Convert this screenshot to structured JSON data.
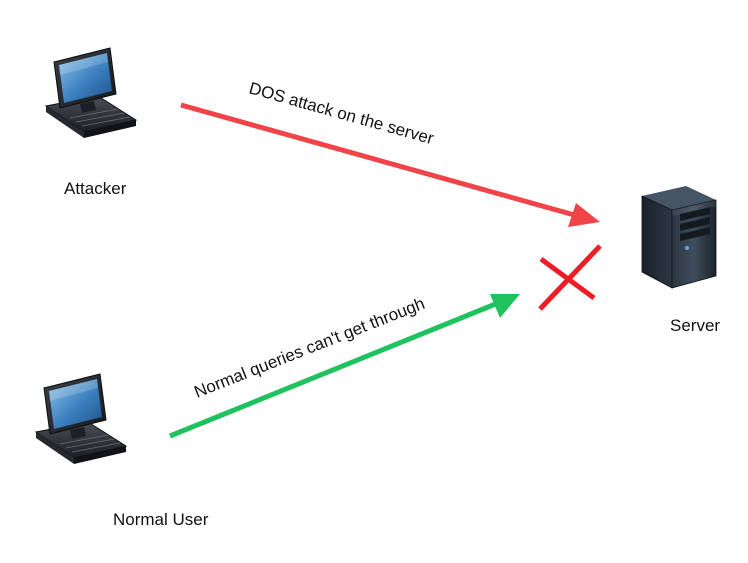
{
  "nodes": {
    "attacker": {
      "label": "Attacker",
      "icon": "desktop-computer-icon"
    },
    "normal_user": {
      "label": "Normal User",
      "icon": "desktop-computer-icon"
    },
    "server": {
      "label": "Server",
      "icon": "server-tower-icon"
    }
  },
  "edges": {
    "attack": {
      "label": "DOS attack on the server",
      "color": "#f04448"
    },
    "normal": {
      "label": "Normal queries can't get through",
      "color": "#1ec25e"
    }
  },
  "blocked_marker": {
    "icon": "x-mark-icon",
    "color": "#ee1c24"
  }
}
